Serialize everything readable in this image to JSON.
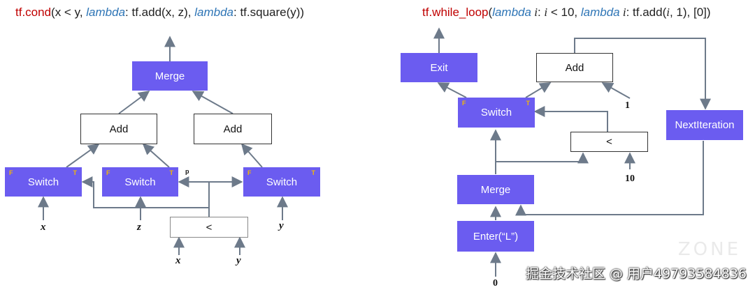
{
  "left": {
    "title": {
      "fn": "tf.cond",
      "p1": "(x < y, ",
      "lam1": "lambda",
      "p2": ": tf.add(x, z), ",
      "lam2": "lambda",
      "p3": ": tf.square(y))"
    },
    "nodes": {
      "merge": "Merge",
      "add1": "Add",
      "add2": "Add",
      "switch1": "Switch",
      "switch2": "Switch",
      "switch3": "Switch",
      "less": "<"
    },
    "flag_f": "F",
    "flag_t": "T",
    "p_label": "p",
    "vars": {
      "x1": "x",
      "z": "z",
      "y1": "y",
      "x2": "x",
      "y2": "y"
    }
  },
  "right": {
    "title": {
      "fn": "tf.while_loop",
      "p1": "(",
      "lam1": "lambda",
      "i1": " i",
      "p2": ": ",
      "i2": "i",
      "p3": " < 10, ",
      "lam2": "lambda",
      "i3": " i",
      "p4": ": tf.add(",
      "i4": "i",
      "p5": ", 1), [0])"
    },
    "nodes": {
      "exit": "Exit",
      "add": "Add",
      "switch": "Switch",
      "less": "<",
      "next_iteration": "NextIteration",
      "merge": "Merge",
      "enter": "Enter(“L”)"
    },
    "flag_f": "F",
    "flag_t": "T",
    "nums": {
      "one": "1",
      "ten": "10",
      "zero": "0"
    }
  },
  "watermark": "掘金技术社区 @ 用户49793584836",
  "colors": {
    "op_fill": "#6b5cf0",
    "edge": "#6d7a8a",
    "flag": "#f5b800",
    "keyword": "#c00000",
    "lambda": "#2e75b6"
  }
}
